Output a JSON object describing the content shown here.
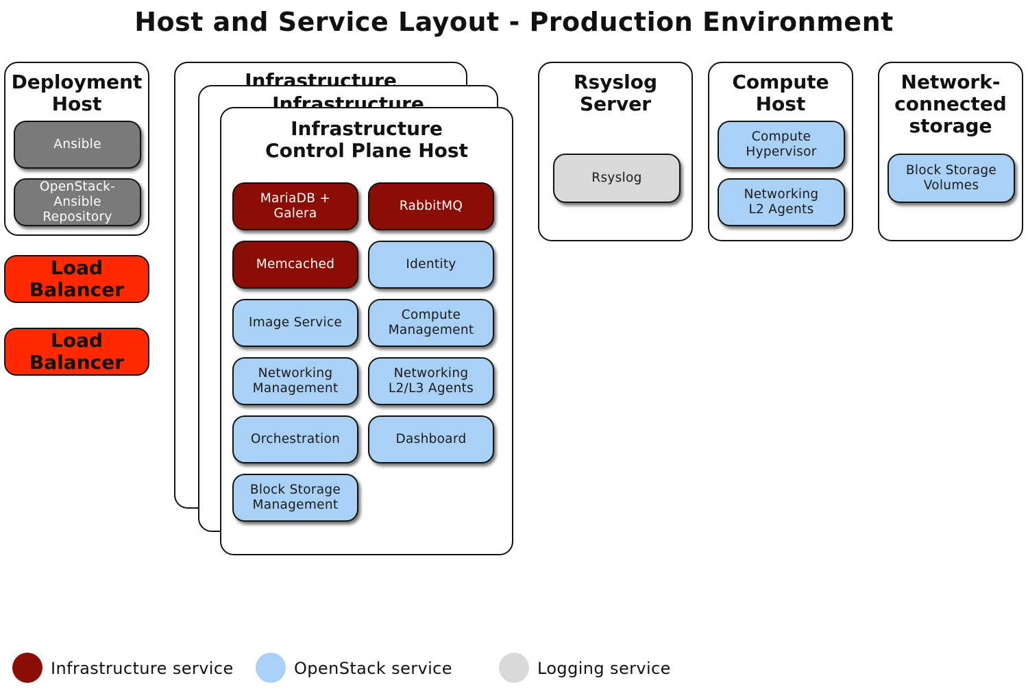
{
  "title": "Host and Service Layout - Production Environment",
  "deployment_host": {
    "title": "Deployment\nHost",
    "services": [
      "Ansible",
      "OpenStack-\nAnsible\nRepository"
    ]
  },
  "load_balancers": [
    "Load\nBalancer",
    "Load\nBalancer"
  ],
  "infra_stack": {
    "back_title": "Infrastructure",
    "middle_title": "Infrastructure",
    "front_title": "Infrastructure\nControl Plane Host",
    "services": [
      {
        "label": "MariaDB +\nGalera",
        "kind": "infra"
      },
      {
        "label": "RabbitMQ",
        "kind": "infra"
      },
      {
        "label": "Memcached",
        "kind": "infra"
      },
      {
        "label": "Identity",
        "kind": "openstack"
      },
      {
        "label": "Image Service",
        "kind": "openstack"
      },
      {
        "label": "Compute\nManagement",
        "kind": "openstack"
      },
      {
        "label": "Networking\nManagement",
        "kind": "openstack"
      },
      {
        "label": "Networking\nL2/L3 Agents",
        "kind": "openstack"
      },
      {
        "label": "Orchestration",
        "kind": "openstack"
      },
      {
        "label": "Dashboard",
        "kind": "openstack"
      },
      {
        "label": "Block Storage\nManagement",
        "kind": "openstack"
      }
    ]
  },
  "rsyslog_server": {
    "title": "Rsyslog\nServer",
    "services": [
      "Rsyslog"
    ]
  },
  "compute_host": {
    "title": "Compute\nHost",
    "services": [
      "Compute\nHypervisor",
      "Networking\nL2 Agents"
    ]
  },
  "storage_host": {
    "title": "Network-\nconnected\nstorage",
    "services": [
      "Block Storage\nVolumes"
    ]
  },
  "legend": [
    {
      "label": "Infrastructure service",
      "color": "#8a0e04"
    },
    {
      "label": "OpenStack service",
      "color": "#a8d1f5"
    },
    {
      "label": "Logging service",
      "color": "#d9d9d9"
    }
  ]
}
